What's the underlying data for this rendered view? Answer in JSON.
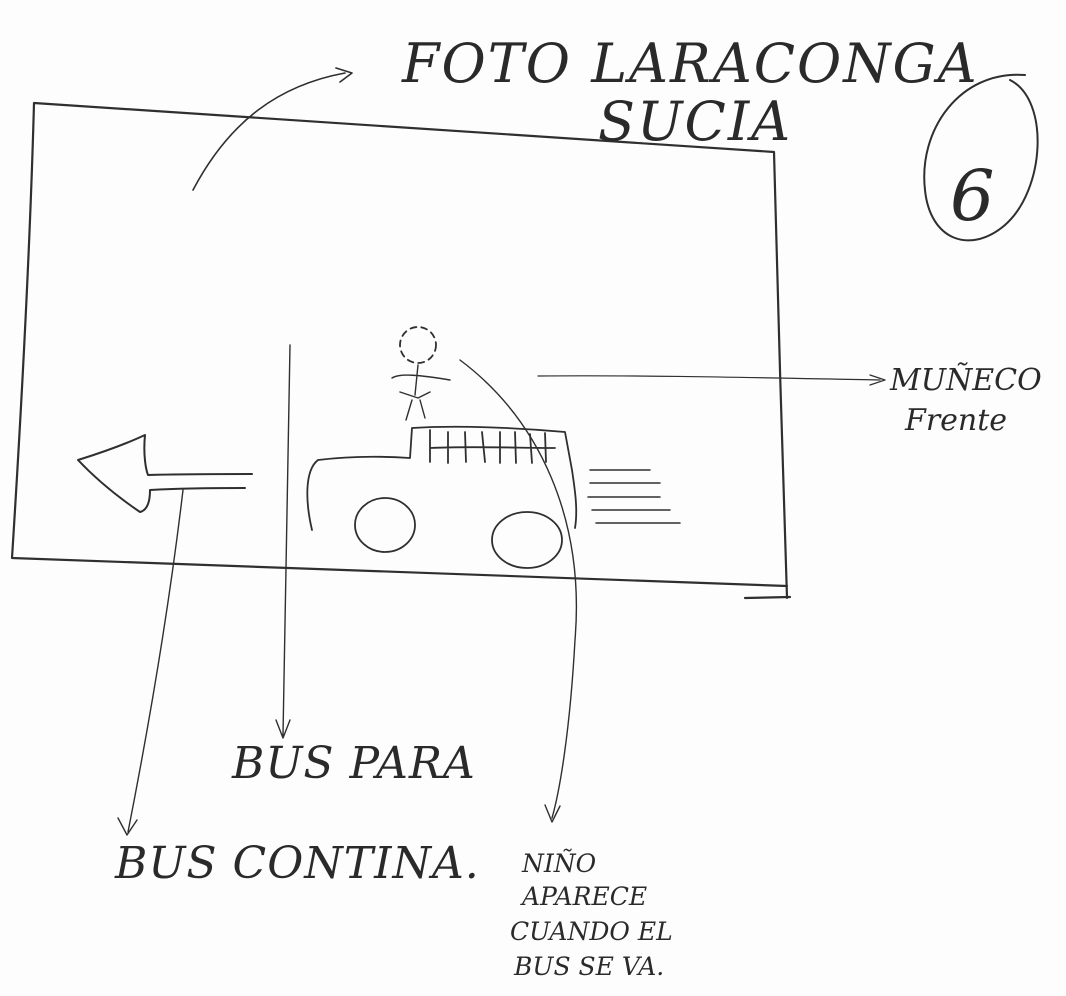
{
  "storyboard": {
    "frame_number": "6",
    "notes": {
      "photo_line1": "FOTO LARACONGA",
      "photo_line2": "SUCIA",
      "doll_line1": "MUÑECO",
      "doll_line2": "Frente",
      "bus_stops": "BUS PARA",
      "bus_continues": "BUS CONTINA.",
      "child_line1": "NIÑO",
      "child_line2": "APARECE",
      "child_line3": "CUANDO EL",
      "child_line4": "BUS SE VA."
    }
  }
}
